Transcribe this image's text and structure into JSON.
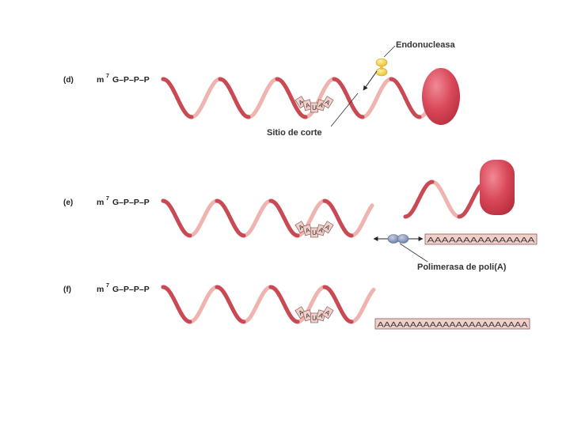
{
  "panels": [
    {
      "letter": "(d)",
      "cap": {
        "m": "m",
        "sup": "7",
        "chain": "G–P–P–P"
      },
      "signal": [
        "A",
        "A",
        "U",
        "A",
        "A"
      ]
    },
    {
      "letter": "(e)",
      "cap": {
        "m": "m",
        "sup": "7",
        "chain": "G–P–P–P"
      },
      "signal": [
        "A",
        "A",
        "U",
        "A",
        "A"
      ],
      "poly_a": "AAAAAAAAAAAAAAA"
    },
    {
      "letter": "(f)",
      "cap": {
        "m": "m",
        "sup": "7",
        "chain": "G–P–P–P"
      },
      "signal": [
        "A",
        "A",
        "U",
        "A",
        "A"
      ],
      "poly_a": "AAAAAAAAAAAAAAAAAAAAAAA"
    }
  ],
  "labels": {
    "endonuclease": "Endonucleasa",
    "cut_site": "Sitio de corte",
    "polymerase": "Polimerasa de poli(A)"
  },
  "colors": {
    "rna_dark": "#c94a54",
    "rna_light": "#efb3b0",
    "protein": "#d6495a",
    "endonuclease": "#f2d34a",
    "polymerase": "#8a9ab8",
    "box_fill": "#efcfc9",
    "box_stroke": "#8c5a55"
  }
}
